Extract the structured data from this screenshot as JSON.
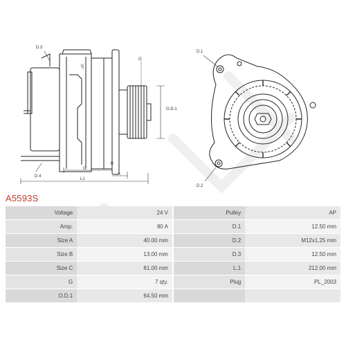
{
  "part_number": "A5593S",
  "labels": {
    "d3": "D.3",
    "d1": "D.1",
    "d2": "D.2",
    "d4": "D.4",
    "g": "G",
    "od1": "O.D.1",
    "a": "A",
    "b": "B",
    "c": "C",
    "l1": "L1"
  },
  "specs": [
    {
      "left_label": "Voltage",
      "left_value": "24 V",
      "right_label": "Pulley",
      "right_value": "AP"
    },
    {
      "left_label": "Amp.",
      "left_value": "80 A",
      "right_label": "D.1",
      "right_value": "12.50 mm"
    },
    {
      "left_label": "Size A",
      "left_value": "40.00 mm",
      "right_label": "D.2",
      "right_value": "M12x1.25 mm"
    },
    {
      "left_label": "Size B",
      "left_value": "13.00 mm",
      "right_label": "D.3",
      "right_value": "12.50 mm"
    },
    {
      "left_label": "Size C",
      "left_value": "81.00 mm",
      "right_label": "L.1",
      "right_value": "212.00 mm"
    },
    {
      "left_label": "G",
      "left_value": "7 qty.",
      "right_label": "Plug",
      "right_value": "PL_2003"
    },
    {
      "left_label": "O.D.1",
      "left_value": "64.50 mm",
      "right_label": "",
      "right_value": ""
    }
  ],
  "colors": {
    "part_number": "#c0392b",
    "watermark": "#e6e6e6"
  }
}
